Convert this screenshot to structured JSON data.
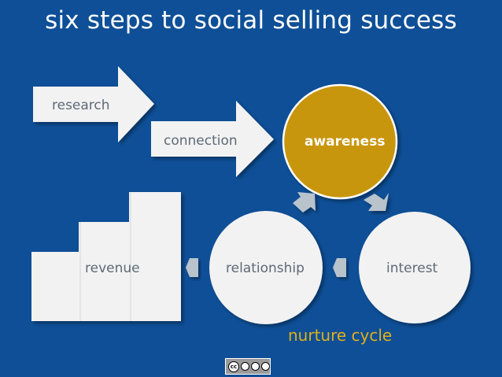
{
  "title": "six steps to social selling success",
  "steps": {
    "research": "research",
    "connection": "connection",
    "awareness": "awareness",
    "interest": "interest",
    "relationship": "relationship",
    "revenue": "revenue"
  },
  "cycle_label": "nurture cycle",
  "license_badge": {
    "text": "cc",
    "icon": "creative-commons-by-nc-sa-icon"
  },
  "colors": {
    "background": "#0e4f97",
    "shape_fill": "#f2f2f2",
    "awareness_fill": "#c8960a",
    "cycle_arrow": "#b9c3cc",
    "cycle_label": "#e0b01a"
  }
}
